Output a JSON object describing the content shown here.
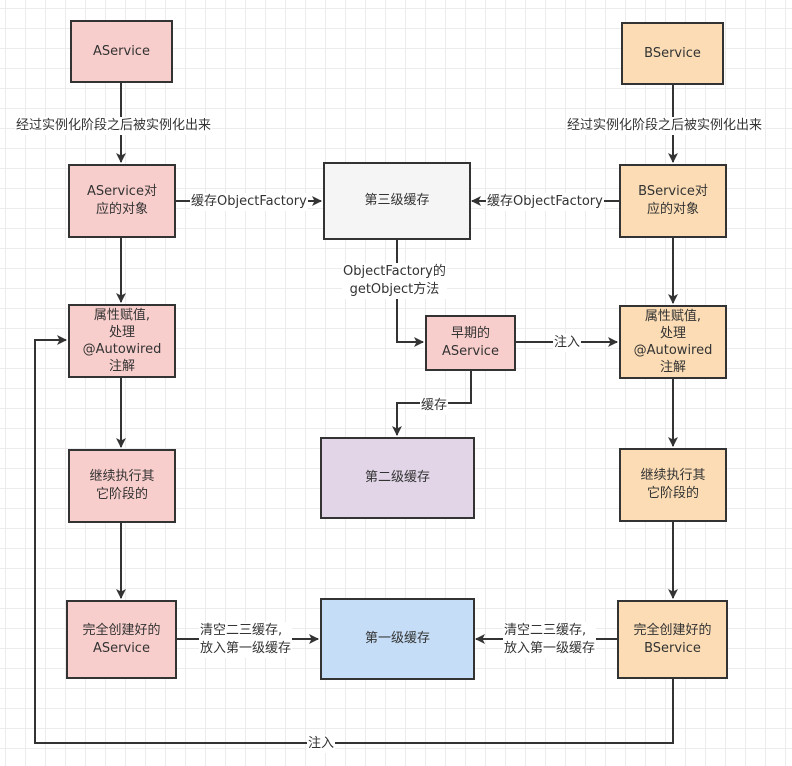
{
  "nodes": {
    "a_service": "AService",
    "b_service": "BService",
    "a_object": "AService对\n应的对象",
    "b_object": "BService对\n应的对象",
    "third_cache": "第三级缓存",
    "a_populate": "属性赋值,\n处理\n@Autowired\n注解",
    "b_populate": "属性赋值,\n处理\n@Autowired\n注解",
    "early_a": "早期的\nAService",
    "second_cache": "第二级缓存",
    "a_continue": "继续执行其\n它阶段的",
    "b_continue": "继续执行其\n它阶段的",
    "a_complete": "完全创建好的\nAService",
    "b_complete": "完全创建好的\nBService",
    "first_cache": "第一级缓存"
  },
  "edge_labels": {
    "a_instantiate": "经过实例化阶段之后被实例化出来",
    "b_instantiate": "经过实例化阶段之后被实例化出来",
    "a_cache_factory": "缓存ObjectFactory",
    "b_cache_factory": "缓存ObjectFactory",
    "get_object": "ObjectFactory的\ngetObject方法",
    "inject_early": "注入",
    "cache_second": "缓存",
    "a_to_first": "清空二三缓存,\n放入第一级缓存",
    "b_to_first": "清空二三缓存,\n放入第一级缓存",
    "inject_loop": "注入"
  },
  "colors": {
    "a_fill": "#f8cecc",
    "b_fill": "#fbdcb4",
    "third_cache_fill": "#f5f5f5",
    "second_cache_fill": "#e1d5e7",
    "first_cache_fill": "#c5ddf6",
    "stroke": "#333333"
  }
}
